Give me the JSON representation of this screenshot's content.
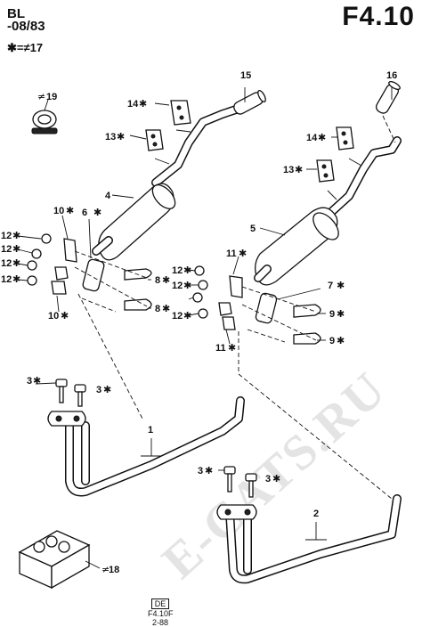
{
  "header": {
    "model": "BL",
    "date": "-08/83",
    "legend": "✱=≠17",
    "figure": "F4.10"
  },
  "footer": {
    "box_code": "DE",
    "code": "F4.10F",
    "date": "2-88"
  },
  "watermark": "E-CATS.RU",
  "callouts": {
    "c1": "1",
    "c2": "2",
    "c3a": "3",
    "c3b": "3",
    "c3c": "3",
    "c3d": "3",
    "c4": "4",
    "c5": "5",
    "c6": "6",
    "c7": "7",
    "c8a": "8",
    "c8b": "8",
    "c9a": "9",
    "c9b": "9",
    "c10a": "10",
    "c10b": "10",
    "c11a": "11",
    "c11b": "11",
    "c12a": "12",
    "c12b": "12",
    "c12c": "12",
    "c12d": "12",
    "c12e": "12",
    "c12f": "12",
    "c12g": "12",
    "c13a": "13",
    "c13b": "13",
    "c14a": "14",
    "c14b": "14",
    "c15": "15",
    "c16": "16",
    "c18": "18",
    "c19": "19"
  }
}
